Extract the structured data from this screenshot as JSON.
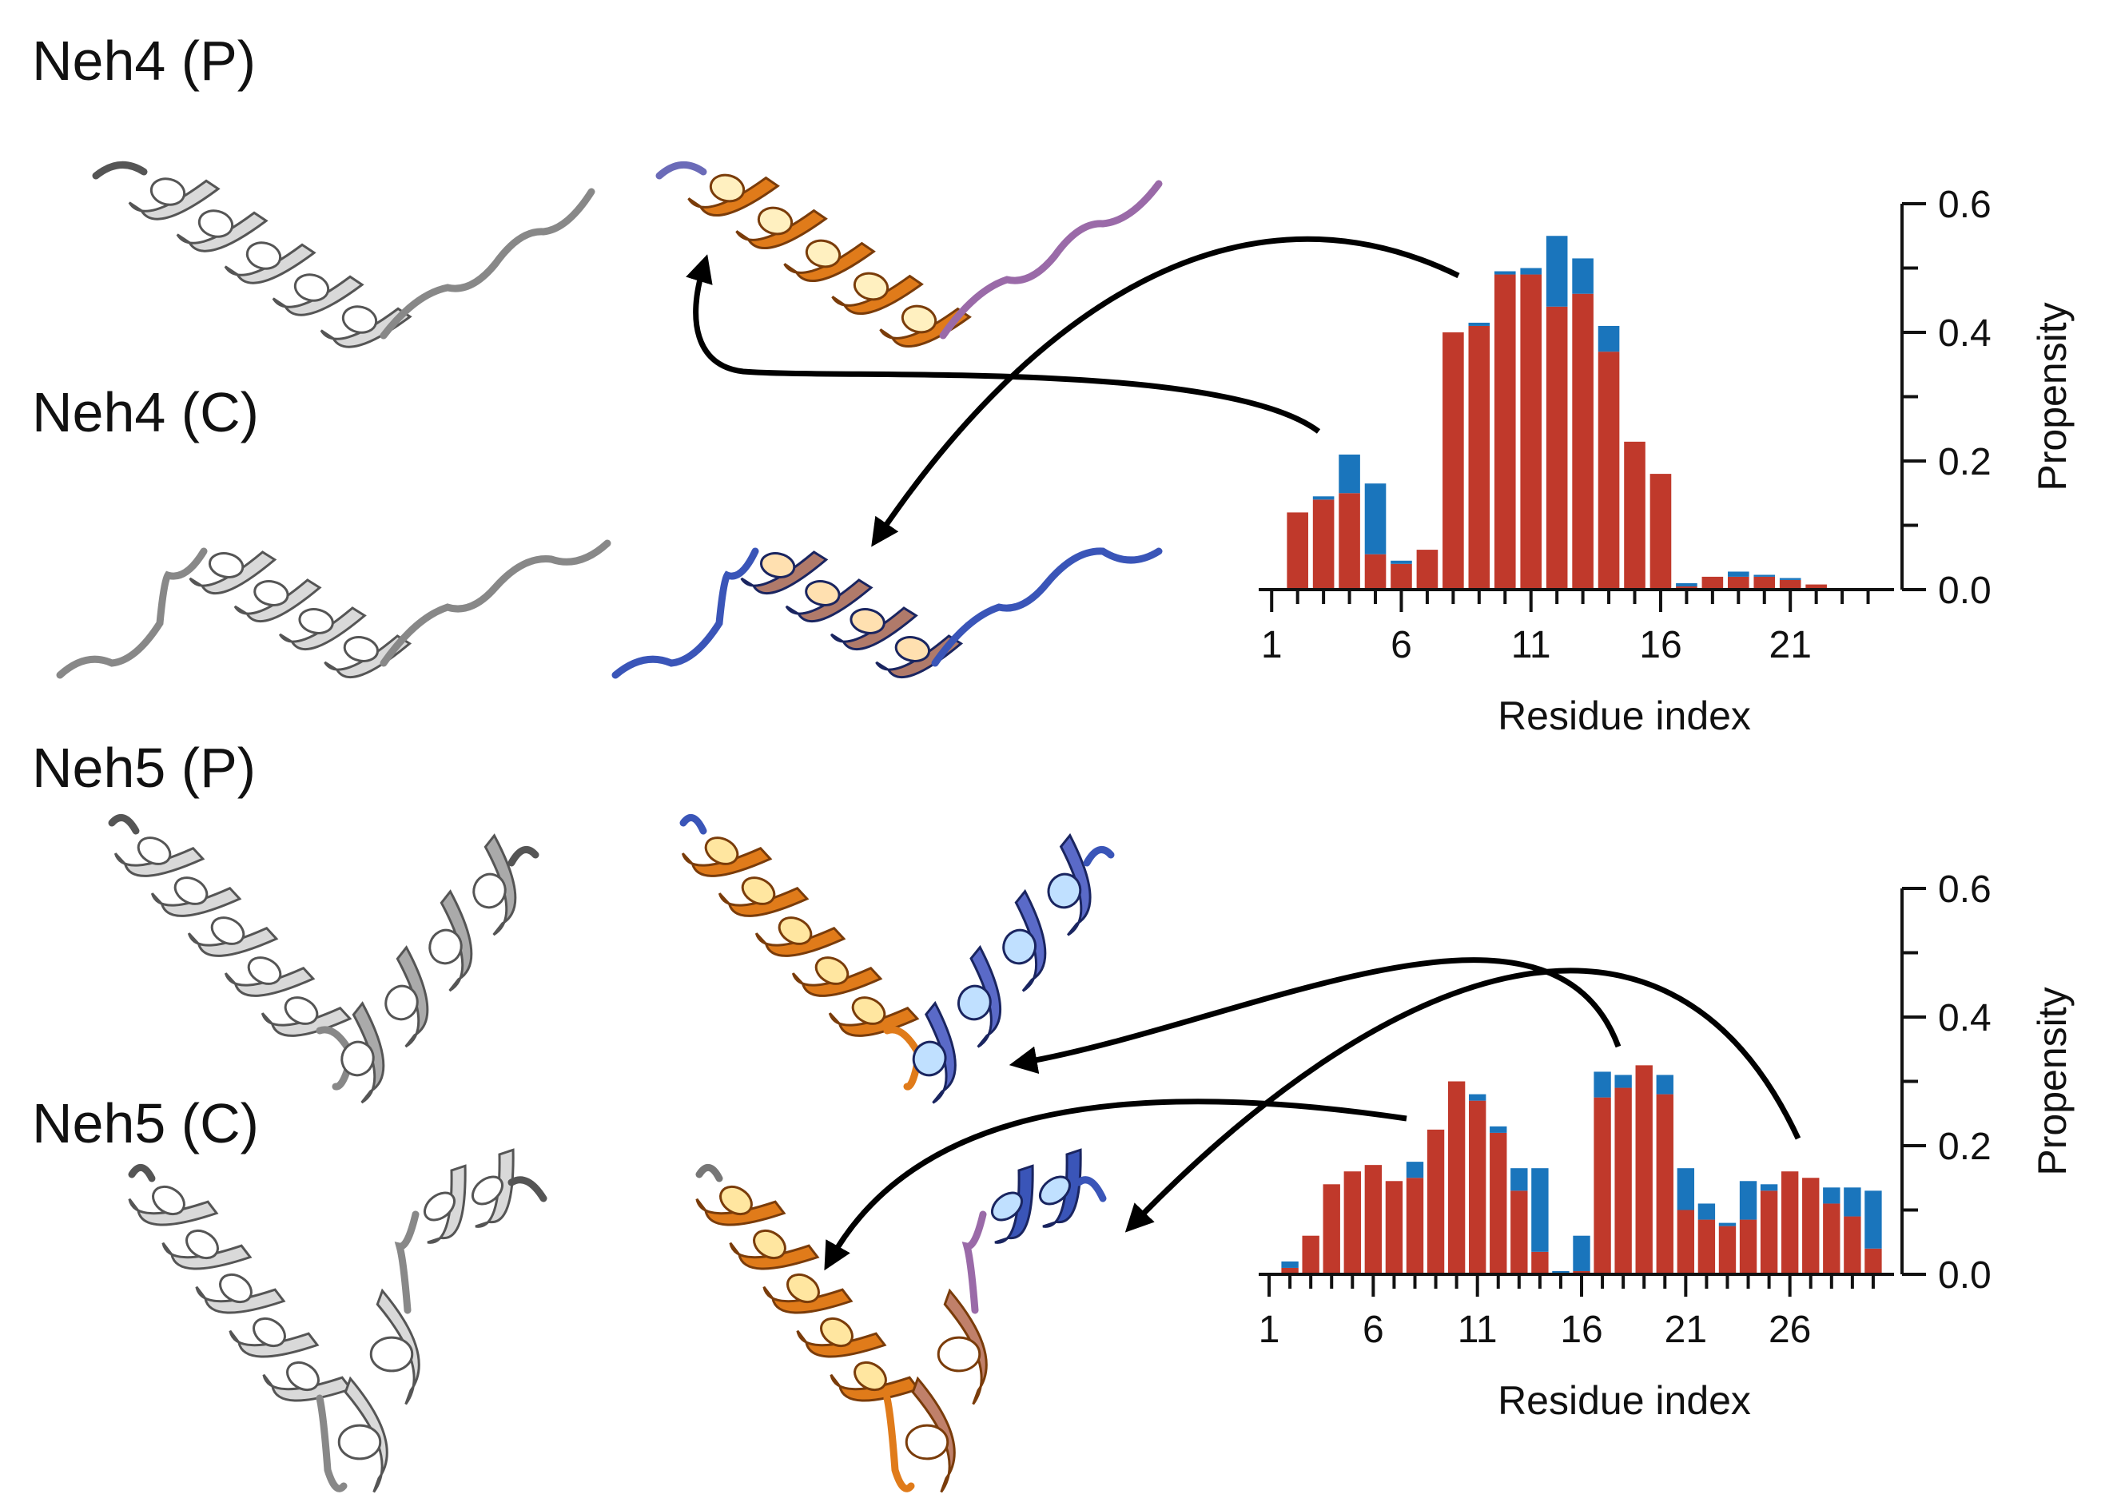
{
  "panel_labels": [
    "Neh4 (P)",
    "Neh4 (C)",
    "Neh5 (P)",
    "Neh5 (C)"
  ],
  "colors": {
    "red_series": "#c0392b",
    "blue_series": "#1a75bc",
    "helix_gray": "#9a9a9a",
    "helix_orange": "#e07b1a",
    "helix_blue": "#3a55b8"
  },
  "icons": [
    "helix-structure-icon",
    "arrow-icon"
  ],
  "chart_data": [
    {
      "type": "bar",
      "stacked": true,
      "xlabel": "Residue index",
      "ylabel": "Propensity",
      "ylim": [
        0,
        0.6
      ],
      "yticks": [
        "0.0",
        "0.2",
        "0.4",
        "0.6"
      ],
      "xticks": [
        "1",
        "6",
        "11",
        "16",
        "21"
      ],
      "grid": false,
      "x": [
        1,
        2,
        3,
        4,
        5,
        6,
        7,
        8,
        9,
        10,
        11,
        12,
        13,
        14,
        15,
        16,
        17,
        18,
        19,
        20,
        21,
        22,
        23,
        24
      ],
      "series": [
        {
          "color": "red",
          "values": [
            0,
            0.12,
            0.14,
            0.15,
            0.055,
            0.04,
            0.062,
            0.4,
            0.41,
            0.49,
            0.49,
            0.44,
            0.46,
            0.37,
            0.23,
            0.18,
            0.005,
            0.02,
            0.02,
            0.02,
            0.015,
            0.008,
            0,
            0
          ]
        },
        {
          "color": "blue",
          "values": [
            0,
            0,
            0.005,
            0.06,
            0.11,
            0.005,
            0,
            0,
            0.005,
            0.005,
            0.01,
            0.11,
            0.055,
            0.04,
            0,
            0,
            0.005,
            0,
            0.008,
            0.003,
            0.003,
            0,
            0,
            0
          ]
        }
      ]
    },
    {
      "type": "bar",
      "stacked": true,
      "xlabel": "Residue index",
      "ylabel": "Propensity",
      "ylim": [
        0,
        0.6
      ],
      "yticks": [
        "0.0",
        "0.2",
        "0.4",
        "0.6"
      ],
      "xticks": [
        "1",
        "6",
        "11",
        "16",
        "21",
        "26"
      ],
      "grid": false,
      "x": [
        1,
        2,
        3,
        4,
        5,
        6,
        7,
        8,
        9,
        10,
        11,
        12,
        13,
        14,
        15,
        16,
        17,
        18,
        19,
        20,
        21,
        22,
        23,
        24,
        25,
        26,
        27,
        28,
        29,
        30
      ],
      "series": [
        {
          "color": "red",
          "values": [
            0,
            0.01,
            0.06,
            0.14,
            0.16,
            0.17,
            0.145,
            0.15,
            0.225,
            0.3,
            0.27,
            0.22,
            0.13,
            0.035,
            0,
            0.005,
            0.275,
            0.29,
            0.325,
            0.28,
            0.1,
            0.085,
            0.075,
            0.085,
            0.13,
            0.16,
            0.15,
            0.11,
            0.09,
            0.04
          ]
        },
        {
          "color": "blue",
          "values": [
            0,
            0.01,
            0,
            0,
            0,
            0,
            0,
            0.025,
            0,
            0,
            0.01,
            0.01,
            0.035,
            0.13,
            0.005,
            0.055,
            0.04,
            0.02,
            0,
            0.03,
            0.065,
            0.025,
            0.005,
            0.06,
            0.01,
            0,
            0,
            0.025,
            0.045,
            0.09
          ]
        }
      ]
    }
  ]
}
